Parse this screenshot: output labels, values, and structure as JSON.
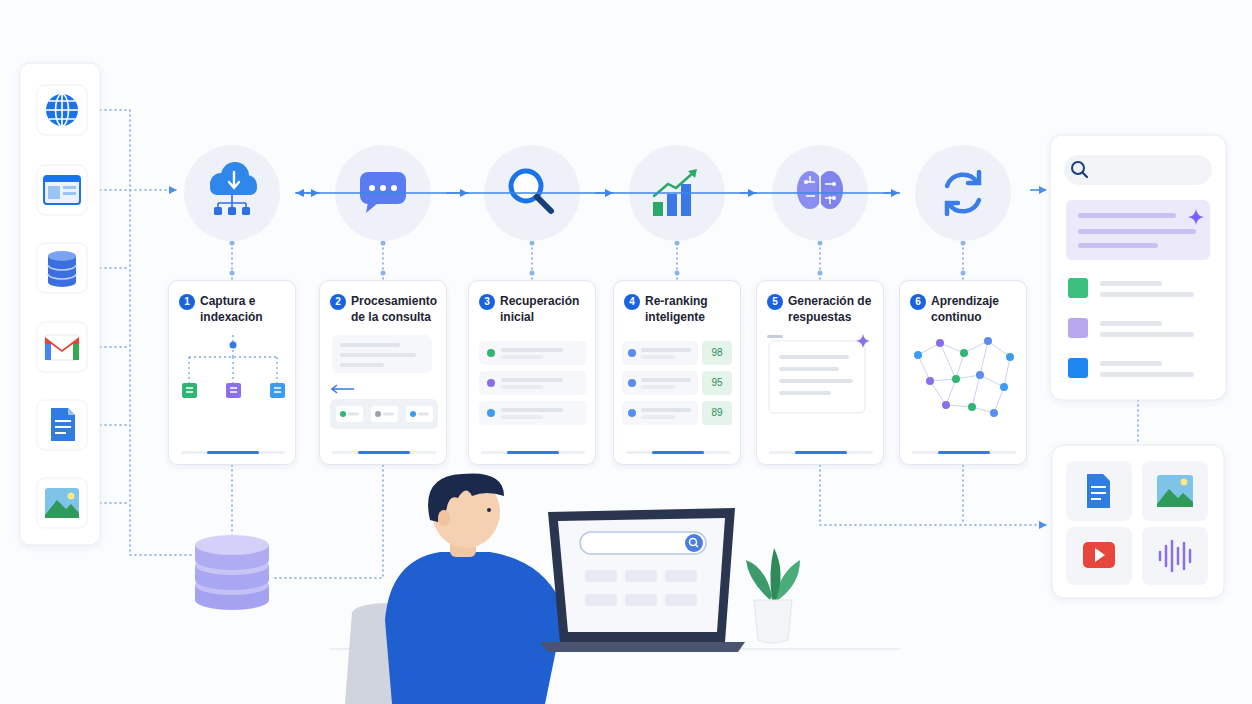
{
  "diagram": {
    "nodes": [
      {
        "text": [
          "1",
          "Captura e indexación"
        ]
      },
      {
        "text": [
          "2",
          "Procesamiento de la consulta"
        ]
      },
      {
        "text": [
          "3",
          "Recuperación inicial"
        ]
      },
      {
        "text": [
          "4",
          "Re-ranking inteligente"
        ]
      },
      {
        "text": [
          "5",
          "Generación de respuestas"
        ]
      },
      {
        "text": [
          "6",
          "Aprendizaje continuo"
        ]
      }
    ],
    "edges": [
      {
        "from": 0,
        "to": 1,
        "arrow": "to"
      },
      {
        "from": 1,
        "to": 2,
        "arrow": "to"
      },
      {
        "from": 2,
        "to": 3,
        "arrow": "to"
      },
      {
        "from": 3,
        "to": 4,
        "arrow": "to"
      },
      {
        "from": 4,
        "to": 5,
        "arrow": "to"
      },
      {
        "from": 5,
        "to": 0,
        "arrow": "to"
      }
    ],
    "labels": [
      "98",
      "95",
      "89"
    ]
  }
}
